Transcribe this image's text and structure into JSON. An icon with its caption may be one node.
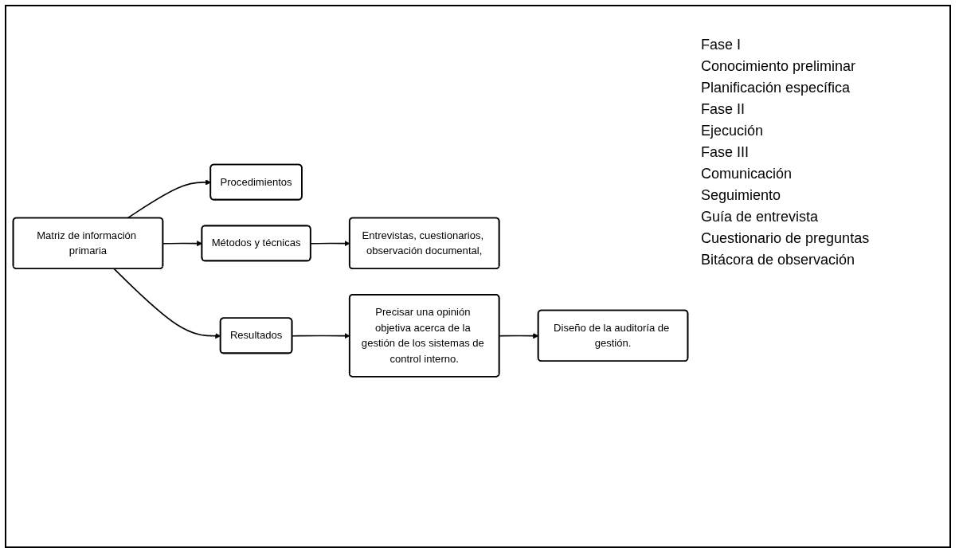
{
  "diagram": {
    "nodes": [
      {
        "text": [
          "Matriz de información primaria"
        ]
      },
      {
        "text": [
          "Procedimientos"
        ]
      },
      {
        "text": [
          "Métodos y técnicas"
        ]
      },
      {
        "text": [
          "Entrevistas, cuestionarios, observación documental,"
        ]
      },
      {
        "text": [
          "Resultados"
        ]
      },
      {
        "text": [
          "Precisar una opinión objetiva acerca de la gestión de los sistemas de control interno."
        ]
      },
      {
        "text": [
          "Diseño de la auditoría de gestión."
        ]
      }
    ],
    "edges": [
      {
        "from": 0,
        "to": 1,
        "arrow": "to"
      },
      {
        "from": 0,
        "to": 2,
        "arrow": "to"
      },
      {
        "from": 0,
        "to": 4,
        "arrow": "to"
      },
      {
        "from": 2,
        "to": 3,
        "arrow": "to"
      },
      {
        "from": 4,
        "to": 5,
        "arrow": "to"
      },
      {
        "from": 5,
        "to": 6,
        "arrow": "to"
      }
    ],
    "labels": [
      "Fase I",
      "Conocimiento preliminar",
      "Planificación específica",
      "Fase II",
      "Ejecución",
      "Fase III",
      "Comunicación",
      "Seguimiento",
      "Guía de entrevista",
      "Cuestionario de preguntas",
      "Bitácora de observación"
    ]
  }
}
